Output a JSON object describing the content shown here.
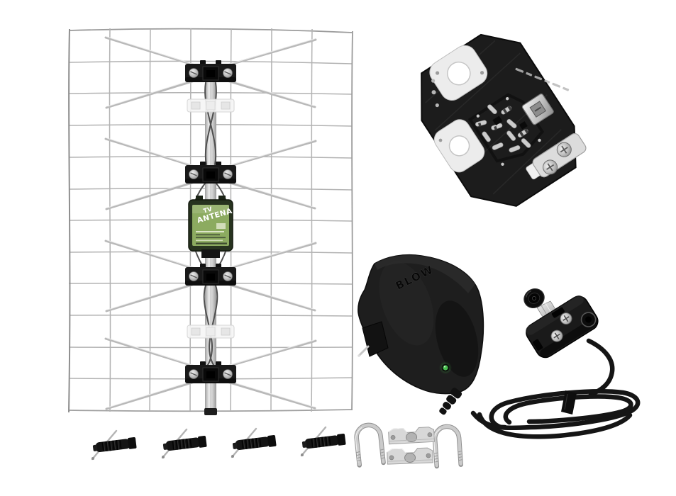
{
  "scene": {
    "background": "#ffffff"
  },
  "antenna": {
    "mesh_color": "#b2b2b2",
    "boom_color": "#d8d8d8",
    "element_color": "#c6c6c6",
    "dipole_block_color": "#1a1a1a",
    "clamp_color": "#f5f5f5",
    "feedbox": {
      "body_color": "#27331f",
      "label_bg": "#8cab60",
      "line1": "TV",
      "line2": "ANTENA",
      "text_color": "#ffffff"
    }
  },
  "amplifier_board": {
    "board_color": "#1c1c1c",
    "tab_color": "#ededed",
    "component_color": "#cccccc",
    "terminal_color": "#bfbfbf"
  },
  "power_adapter": {
    "brand": "BLOW",
    "body_color": "#1e1e1e",
    "led_color": "#46bd4d",
    "plug_pin_color": "#c6c6c6"
  },
  "signal_connector": {
    "body_color": "#181818",
    "screw_color": "#cfcfcf"
  },
  "cable_color": "#151515",
  "mounting_hardware": {
    "tbolt_count": 4,
    "tbolt_body_color": "#151515",
    "tbolt_pin_color": "#b5b5b5",
    "ubolt_count": 2,
    "ubolt_color": "#c4c4c4",
    "bracket_count": 2,
    "bracket_color": "#d8d8d8"
  }
}
